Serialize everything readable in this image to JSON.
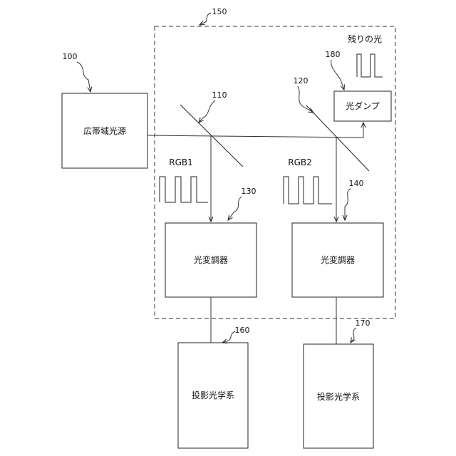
{
  "refs": {
    "r100": "100",
    "r110": "110",
    "r120": "120",
    "r130": "130",
    "r140": "140",
    "r150": "150",
    "r160": "160",
    "r170": "170",
    "r180": "180"
  },
  "blocks": {
    "broadband_source": "広帯域光源",
    "light_dump": "光ダンプ",
    "modulator_1": "光変調器",
    "modulator_2": "光変調器",
    "projection_1": "投影光学系",
    "projection_2": "投影光学系"
  },
  "labels": {
    "remaining_light": "残りの光",
    "rgb1": "RGB1",
    "rgb2": "RGB2"
  }
}
